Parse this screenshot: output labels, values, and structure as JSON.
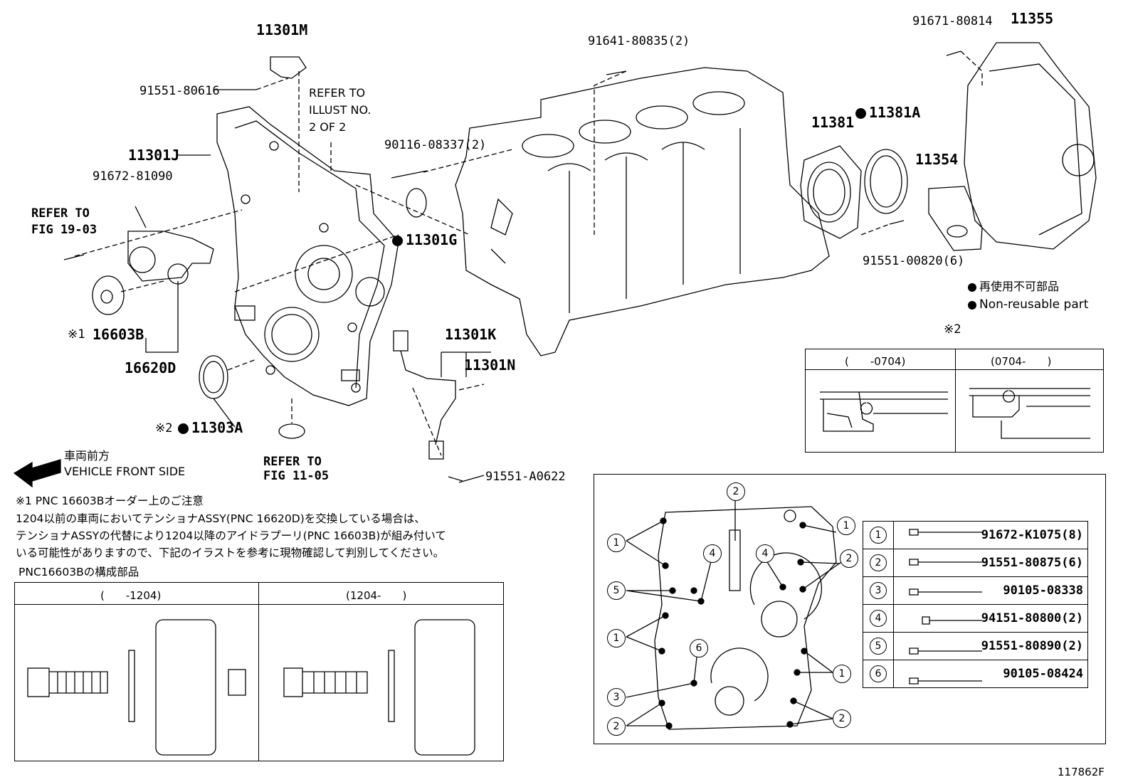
{
  "labels": {
    "p11301M": "11301M",
    "p91551_80616": "91551-80616",
    "refer_illust": [
      "REFER TO",
      "ILLUST NO.",
      "2 OF 2"
    ],
    "p91641": "91641-80835(2)",
    "p91671": "91671-80814",
    "p11355": "11355",
    "p11381": "11381",
    "p11381A": "11381A",
    "p11354": "11354",
    "p91551_00820": "91551-00820(6)",
    "p11301J": "11301J",
    "p91672_81090": "91672-81090",
    "p90116": "90116-08337(2)",
    "refer_fig19": [
      "REFER TO",
      "FIG 19-03"
    ],
    "p11301G": "11301G",
    "mark1": "※1",
    "p16603B": "16603B",
    "p16620D": "16620D",
    "p11301K": "11301K",
    "p11301N": "11301N",
    "mark2": "※2",
    "p11303A": "11303A",
    "refer_fig11": [
      "REFER TO",
      "FIG 11-05"
    ],
    "p91551_A0622": "91551-A0622",
    "front_jp": "車両前方",
    "front_en": "VEHICLE FRONT SIDE"
  },
  "legend": {
    "jp": "再使用不可部品",
    "en": "Non-reusable part"
  },
  "seal_table": {
    "mark": "※2",
    "col1": "(　　-0704)",
    "col2": "(0704-　　)"
  },
  "note": {
    "title": "※1 PNC 16603Bオーダー上のご注意",
    "lines": [
      "1204以前の車両においてテンショナASSY(PNC 16620D)を交換している場合は、",
      "テンショナASSYの代替により1204以降のアイドラプーリ(PNC 16603B)が組み付いて",
      "いる可能性がありますので、下記のイラストを参考に現物確認して判別してください。"
    ],
    "subtitle": "PNC16603Bの構成部品",
    "col1": "(　　-1204)",
    "col2": "(1204-　　)"
  },
  "bolts": [
    {
      "num": "1",
      "part": "91672-K1075(8)"
    },
    {
      "num": "2",
      "part": "91551-80875(6)"
    },
    {
      "num": "3",
      "part": "90105-08338"
    },
    {
      "num": "4",
      "part": "94151-80800(2)"
    },
    {
      "num": "5",
      "part": "91551-80890(2)"
    },
    {
      "num": "6",
      "part": "90105-08424"
    }
  ],
  "callouts": [
    "2",
    "1",
    "1",
    "4",
    "4",
    "2",
    "5",
    "1",
    "6",
    "1",
    "3",
    "2",
    "2"
  ],
  "figure_id": "117862F"
}
